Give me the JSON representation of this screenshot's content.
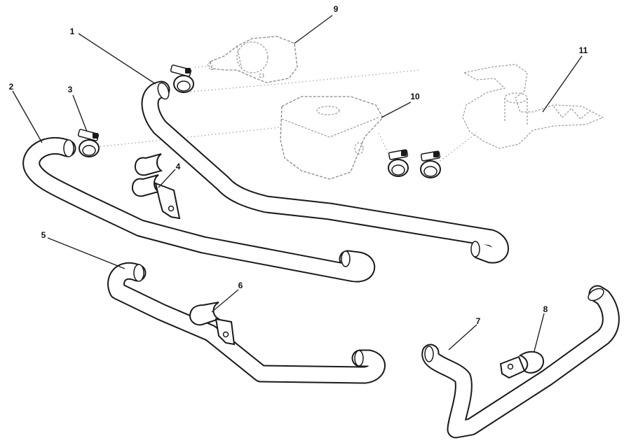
{
  "diagram": {
    "callouts": {
      "c1": "1",
      "c2": "2",
      "c3": "3",
      "c4": "4",
      "c5": "5",
      "c6": "6",
      "c7": "7",
      "c8": "8",
      "c9": "9",
      "c10": "10",
      "c11": "11"
    },
    "colors": {
      "line": "#1a1a1a",
      "ghost": "#9a9a9a",
      "background": "#ffffff"
    }
  }
}
